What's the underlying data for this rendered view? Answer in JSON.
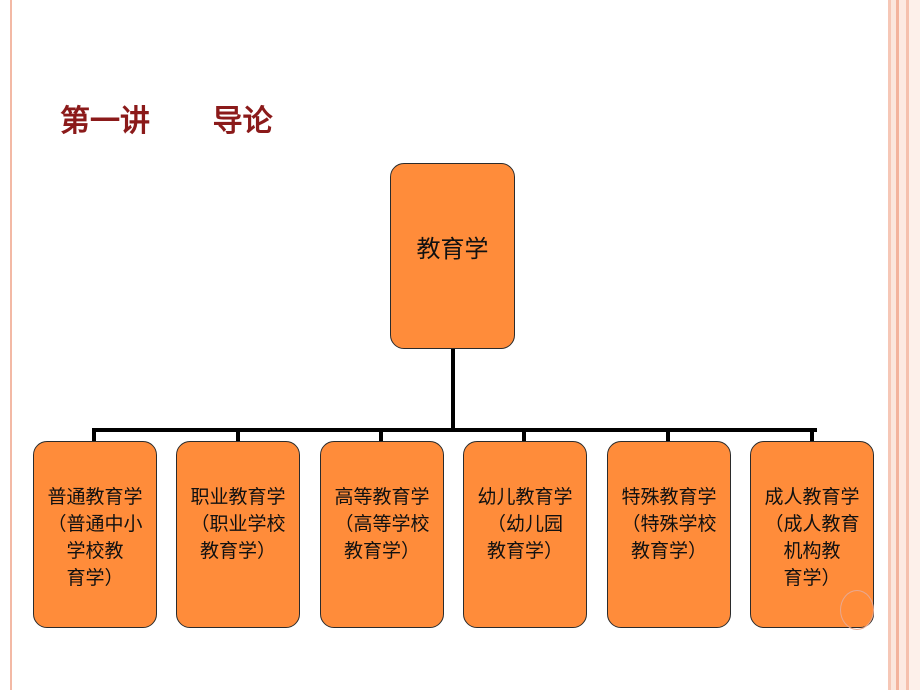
{
  "title": "第一讲      导论",
  "root": {
    "label": "教育学"
  },
  "children": [
    {
      "lines": [
        "普通教育学",
        "（普通中小",
        "学校教",
        "育学）"
      ]
    },
    {
      "lines": [
        "职业教育学",
        "（职业学校",
        "教育学）"
      ]
    },
    {
      "lines": [
        "高等教育学",
        "（高等学校",
        "教育学）"
      ]
    },
    {
      "lines": [
        "幼儿教育学",
        "（幼儿园",
        "教育学）"
      ]
    },
    {
      "lines": [
        "特殊教育学",
        "（特殊学校",
        "教育学）"
      ]
    },
    {
      "lines": [
        "成人教育学",
        "（成人教育",
        "机构教",
        "育学）"
      ]
    }
  ],
  "colors": {
    "title": "#8b1a1a",
    "box_fill": "#ff8c3a",
    "connector": "#000000",
    "frame": "#f3b9a5"
  }
}
